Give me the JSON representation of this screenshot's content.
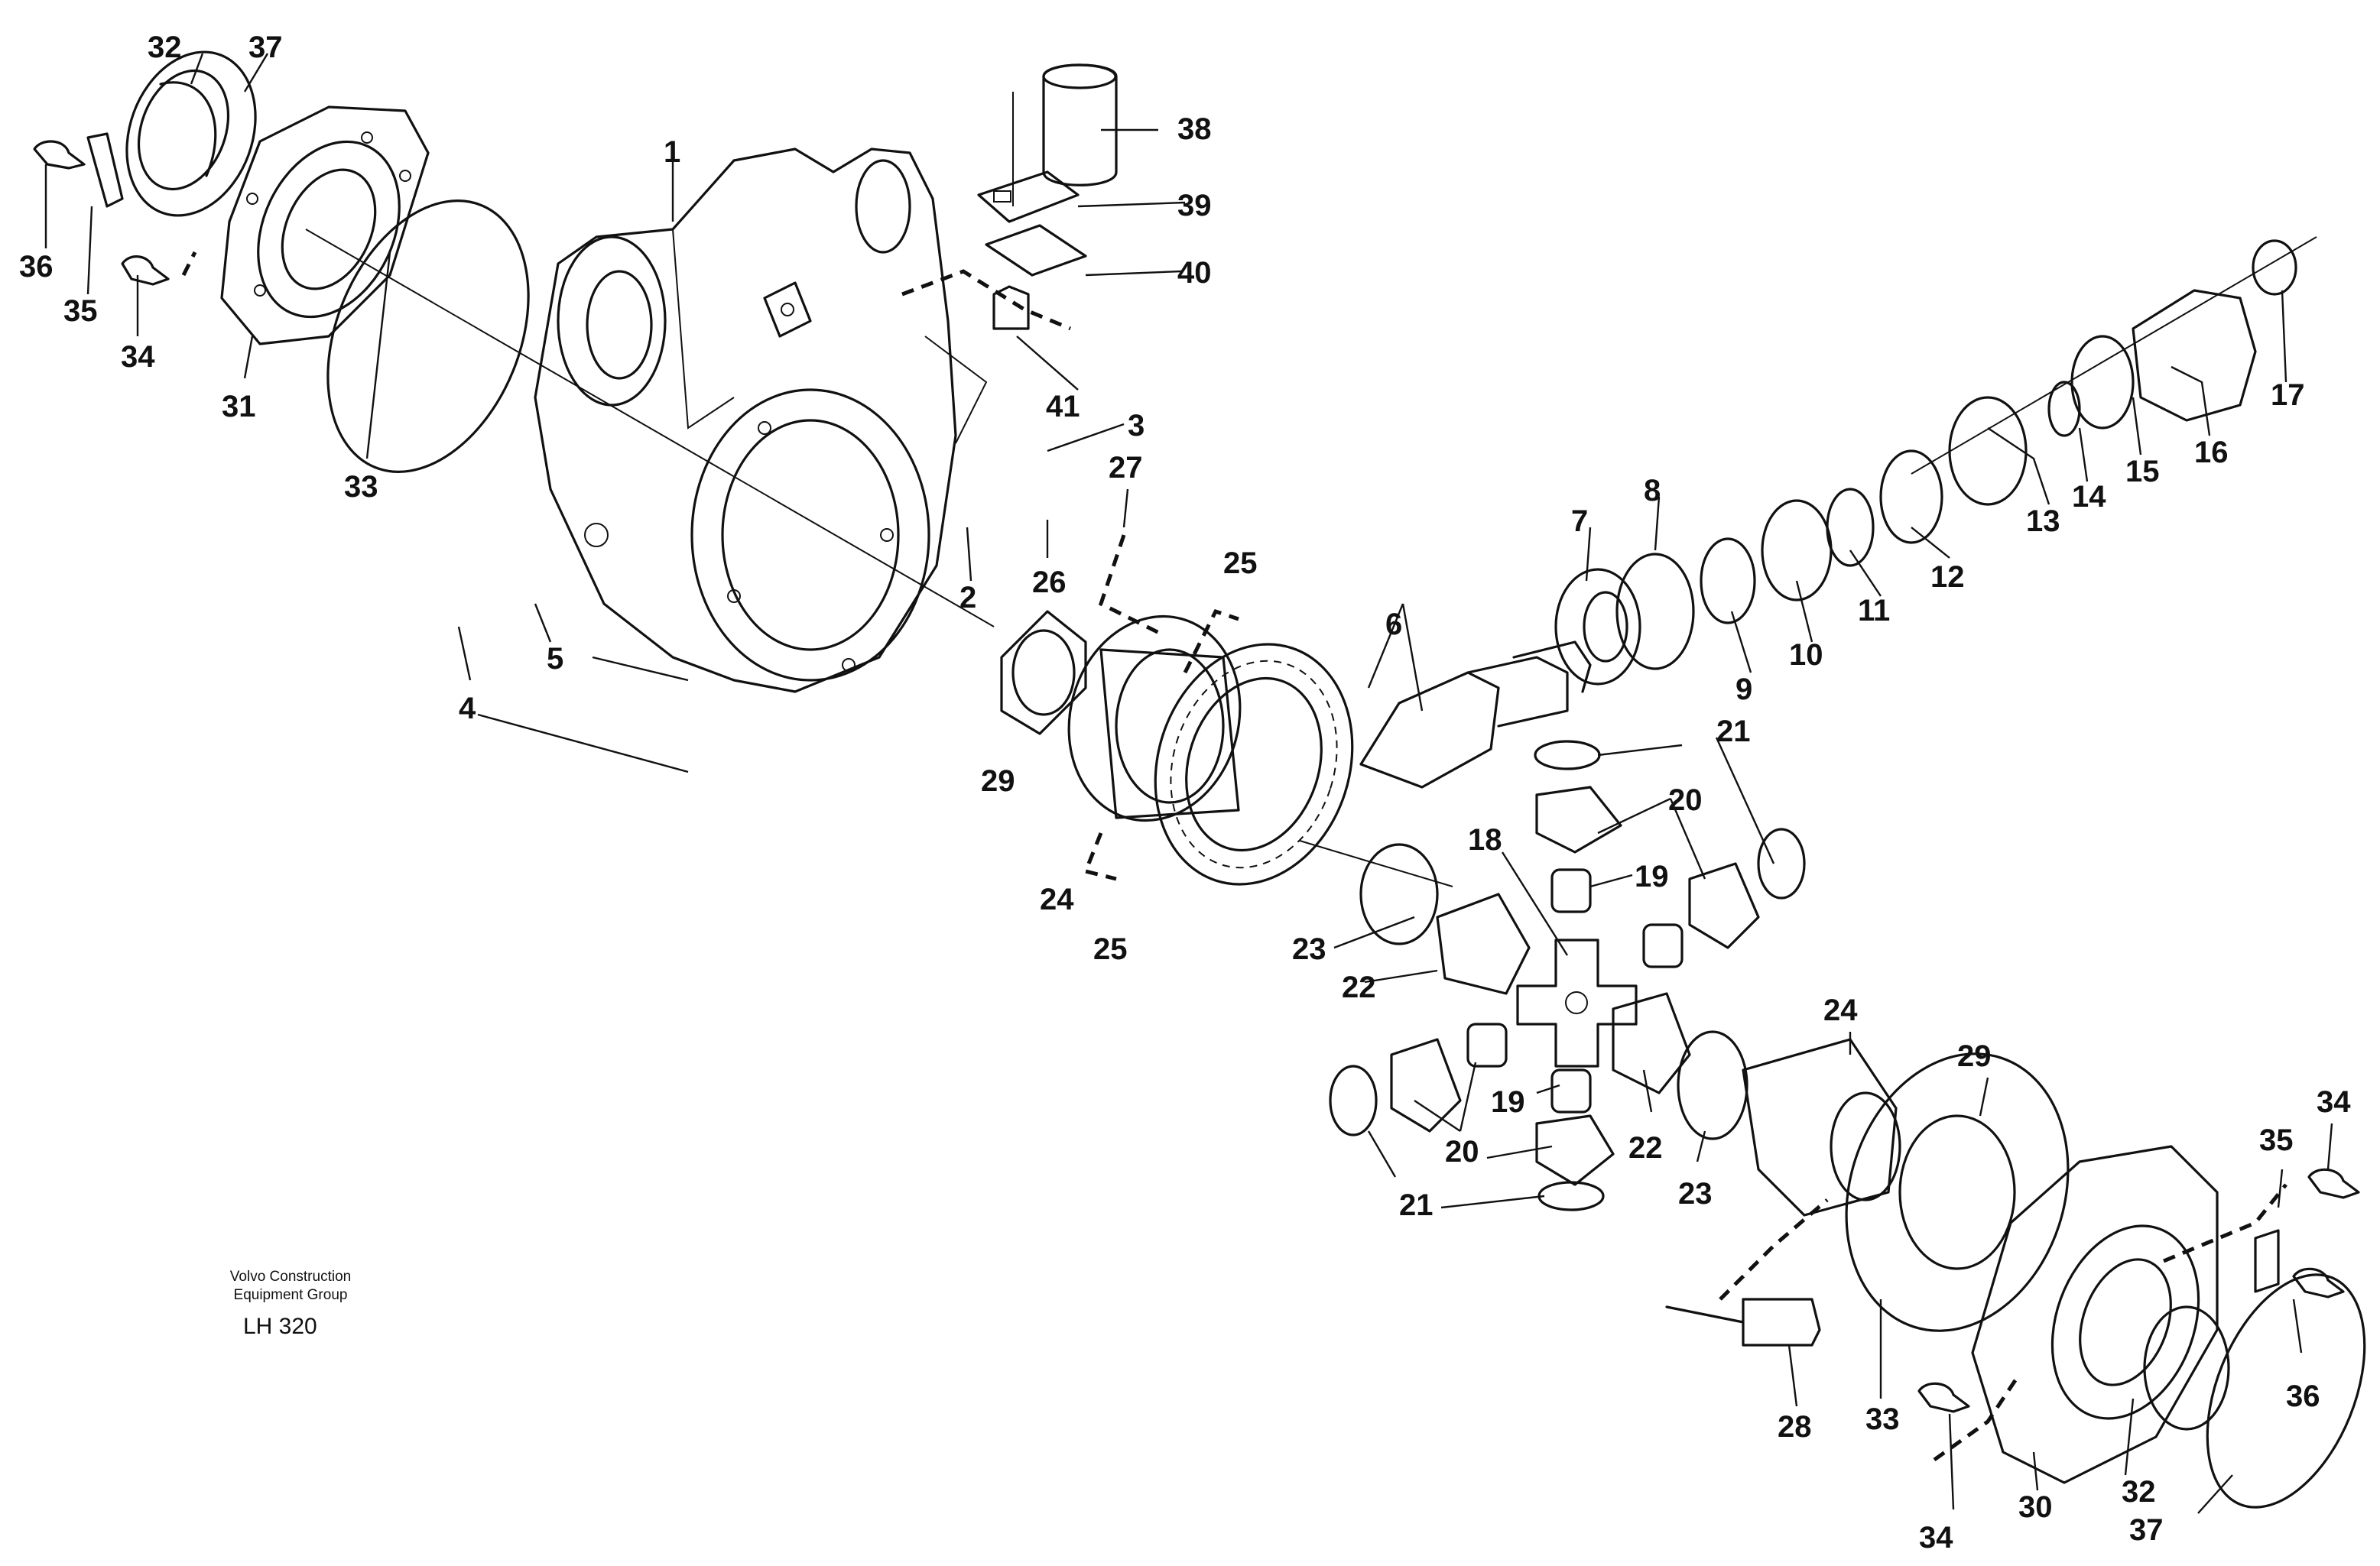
{
  "caption": {
    "line1": "Volvo Construction",
    "line2": "Equipment Group",
    "code": "LH 320"
  },
  "callouts": [
    "1",
    "2",
    "3",
    "4",
    "5",
    "6",
    "7",
    "8",
    "9",
    "10",
    "11",
    "12",
    "13",
    "14",
    "15",
    "16",
    "17",
    "18",
    "19",
    "20",
    "21",
    "22",
    "23",
    "24",
    "25",
    "26",
    "27",
    "28",
    "29",
    "30",
    "31",
    "32",
    "33",
    "34",
    "35",
    "36",
    "37",
    "38",
    "39",
    "40",
    "41"
  ],
  "icons": {
    "housing": "final-drive-housing-icon",
    "pinion": "drive-pinion-icon",
    "crown_wheel": "crown-wheel-icon",
    "spider": "differential-spider-icon",
    "differential_case": "differential-case-icon",
    "bearing_cover": "bearing-cover-icon",
    "o_ring": "o-ring-icon"
  }
}
